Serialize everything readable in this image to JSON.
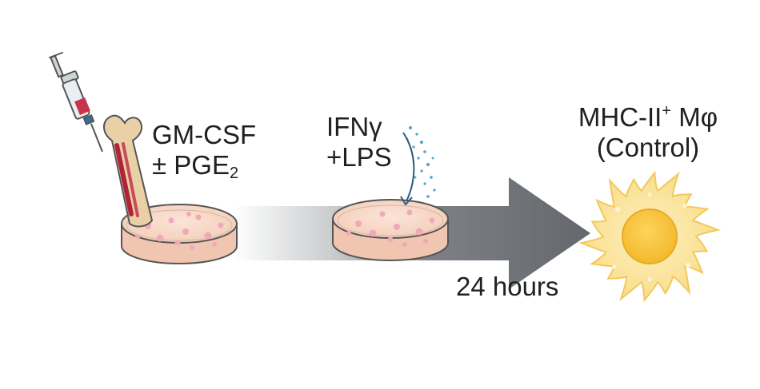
{
  "step1": {
    "line1": "GM-CSF",
    "line2_prefix": "± PGE",
    "line2_sub": "2"
  },
  "step2": {
    "line1": "IFNγ",
    "line2": "+LPS"
  },
  "duration_label": "24 hours",
  "result": {
    "line1_prefix": "MHC-II",
    "line1_sup": "+",
    "line1_suffix": " Mφ",
    "line2": "(Control)"
  },
  "icons": [
    "syringe-icon",
    "bone-icon",
    "petri-dish-icon",
    "stimulus-droplets-icon",
    "process-arrow-icon",
    "macrophage-icon"
  ],
  "colors": {
    "arrow": "#666a6e",
    "dish_fill": "#f7d9c9",
    "cell_spots": "#f1aebd",
    "bone": "#e8c79a",
    "macrophage": "#fbe39a",
    "macrophage_nucleus": "#f9c844",
    "droplets": "#4aa3cf"
  }
}
